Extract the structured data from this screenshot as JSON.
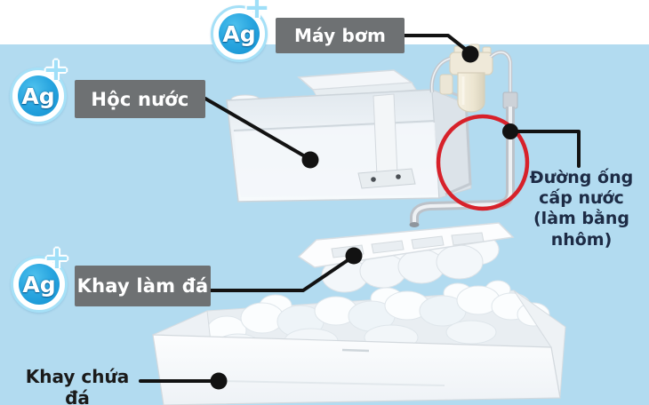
{
  "diagram": {
    "badge": {
      "element": "Ag",
      "plus": "+"
    },
    "labels": {
      "pump": "Máy bơm",
      "water_tank": "Hộc nước",
      "ice_tray": "Khay làm đá",
      "ice_bin": "Khay chứa đá",
      "water_pipe": [
        "Đường ống",
        "cấp nước",
        "(làm bằng nhôm)"
      ]
    },
    "colors": {
      "background_blue": "#b2dbf0",
      "top_band_white": "#ffffff",
      "label_box_gray": "#6e7173",
      "label_text_white": "#ffffff",
      "plain_text_dark": "#1a1a1a",
      "pipe_text_navy": "#1d2b45",
      "highlight_red": "#d7212a",
      "callout_line_black": "#121212",
      "badge_blue": "#1190d0",
      "badge_ring_cyan": "#a5e0f7"
    }
  }
}
